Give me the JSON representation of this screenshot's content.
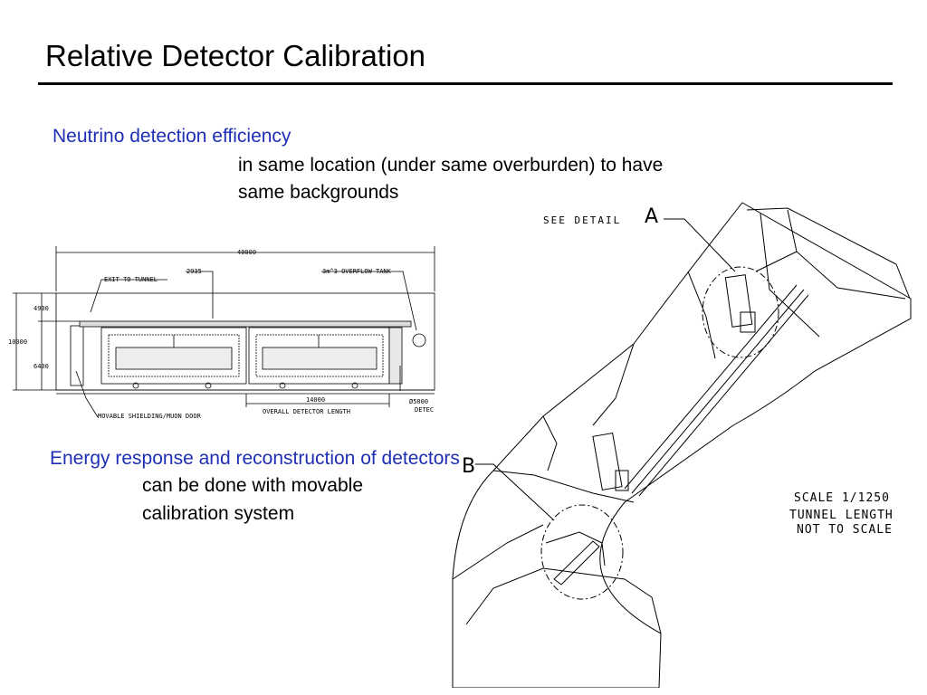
{
  "slide": {
    "title": "Relative Detector Calibration",
    "point1": {
      "heading": "Neutrino detection efficiency",
      "line1": "in same location (under same overburden) to have",
      "line2": "same backgrounds"
    },
    "point2": {
      "heading": "Energy response and reconstruction of detectors",
      "line1": "can be done with movable",
      "line2": "calibration system"
    }
  },
  "section_drawing": {
    "dim_total": "40000",
    "label_exit": "EXIT TO TUNNEL",
    "dim_2935": "2935",
    "label_tank": "3m^3 OVERFLOW TANK",
    "dim_4900": "4900",
    "dim_10000": "10000",
    "dim_6400": "6400",
    "dim_14000": "14000",
    "label_length": "OVERALL DETECTOR LENGTH",
    "label_diameter": "Ø5000",
    "label_detec": "DETEC",
    "label_door": "MOVABLE SHIELDING/MUON DOOR"
  },
  "tunnel_drawing": {
    "see_detail": "SEE DETAIL",
    "detail_a": "A",
    "detail_b": "B",
    "scale": "SCALE   1/1250",
    "tunnel_length": "TUNNEL LENGTH",
    "not_to_scale": "NOT TO SCALE"
  },
  "colors": {
    "accent": "#1f2fb5",
    "text": "#000000"
  }
}
